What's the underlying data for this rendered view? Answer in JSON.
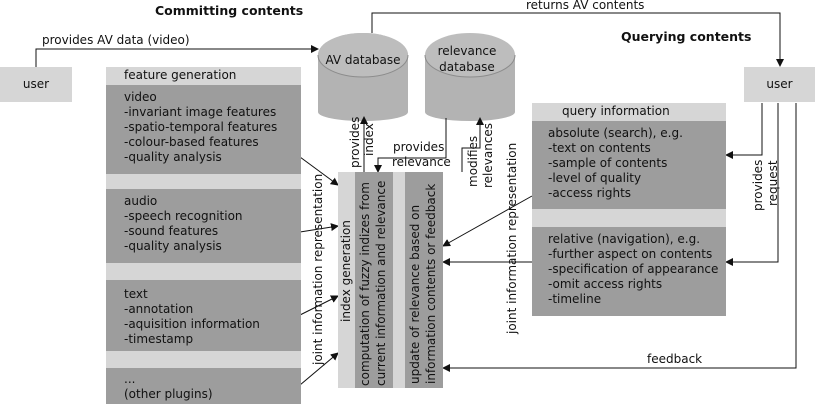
{
  "headings": {
    "committing": "Committing contents",
    "querying": "Querying contents"
  },
  "users": {
    "left": "user",
    "right": "user"
  },
  "databases": {
    "av": "AV database",
    "relevance_line1": "relevance",
    "relevance_line2": "database"
  },
  "feature_generation": {
    "title": "feature generation",
    "groups": [
      {
        "lines": [
          "video",
          "-invariant image features",
          "-spatio-temporal features",
          "-colour-based features",
          "-quality analysis"
        ]
      },
      {
        "lines": [
          "audio",
          "-speech recognition",
          "-sound features",
          "-quality analysis"
        ]
      },
      {
        "lines": [
          "text",
          "-annotation",
          "-aquisition information",
          "-timestamp"
        ]
      },
      {
        "lines": [
          "...",
          "(other plugins)"
        ]
      }
    ]
  },
  "query_information": {
    "title": "query information",
    "absolute": [
      "absolute (search), e.g.",
      "-text on contents",
      "-sample of contents",
      "-level of quality",
      "-access rights"
    ],
    "relative": [
      "relative (navigation), e.g.",
      "-further aspect on contents",
      "-specification of appearance",
      "-omit access rights",
      "-timeline"
    ]
  },
  "index_generation": {
    "title": "index generation",
    "line1": "computation of fuzzy indizes from",
    "line2": "current information and relevance"
  },
  "relevance_update": {
    "line1": "update of relevance based on",
    "line2": "information contents or feedback"
  },
  "edge_labels": {
    "provides_av_data": "provides AV data (video)",
    "returns_av_contents": "returns AV contents",
    "provides_index_1": "provides",
    "provides_index_2": "index",
    "provides_relevance_1": "provides",
    "provides_relevance_2": "relevance",
    "modifies_relevances_1": "modifies",
    "modifies_relevances_2": "relevances",
    "joint_info_left": "joint information representation",
    "joint_info_right": "joint information representation",
    "provides_request_1": "provides",
    "provides_request_2": "request",
    "feedback": "feedback"
  }
}
